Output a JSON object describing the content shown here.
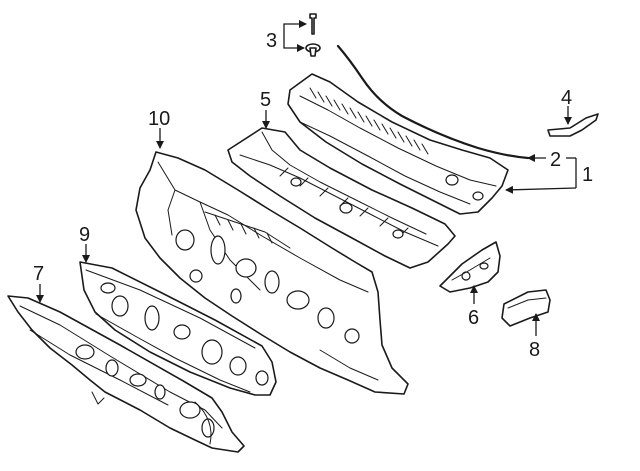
{
  "diagram": {
    "callouts": [
      {
        "id": "c1",
        "number": "1"
      },
      {
        "id": "c2",
        "number": "2"
      },
      {
        "id": "c3",
        "number": "3"
      },
      {
        "id": "c4",
        "number": "4"
      },
      {
        "id": "c5",
        "number": "5"
      },
      {
        "id": "c6",
        "number": "6"
      },
      {
        "id": "c7",
        "number": "7"
      },
      {
        "id": "c8",
        "number": "8"
      },
      {
        "id": "c9",
        "number": "9"
      },
      {
        "id": "c10",
        "number": "10"
      }
    ]
  }
}
